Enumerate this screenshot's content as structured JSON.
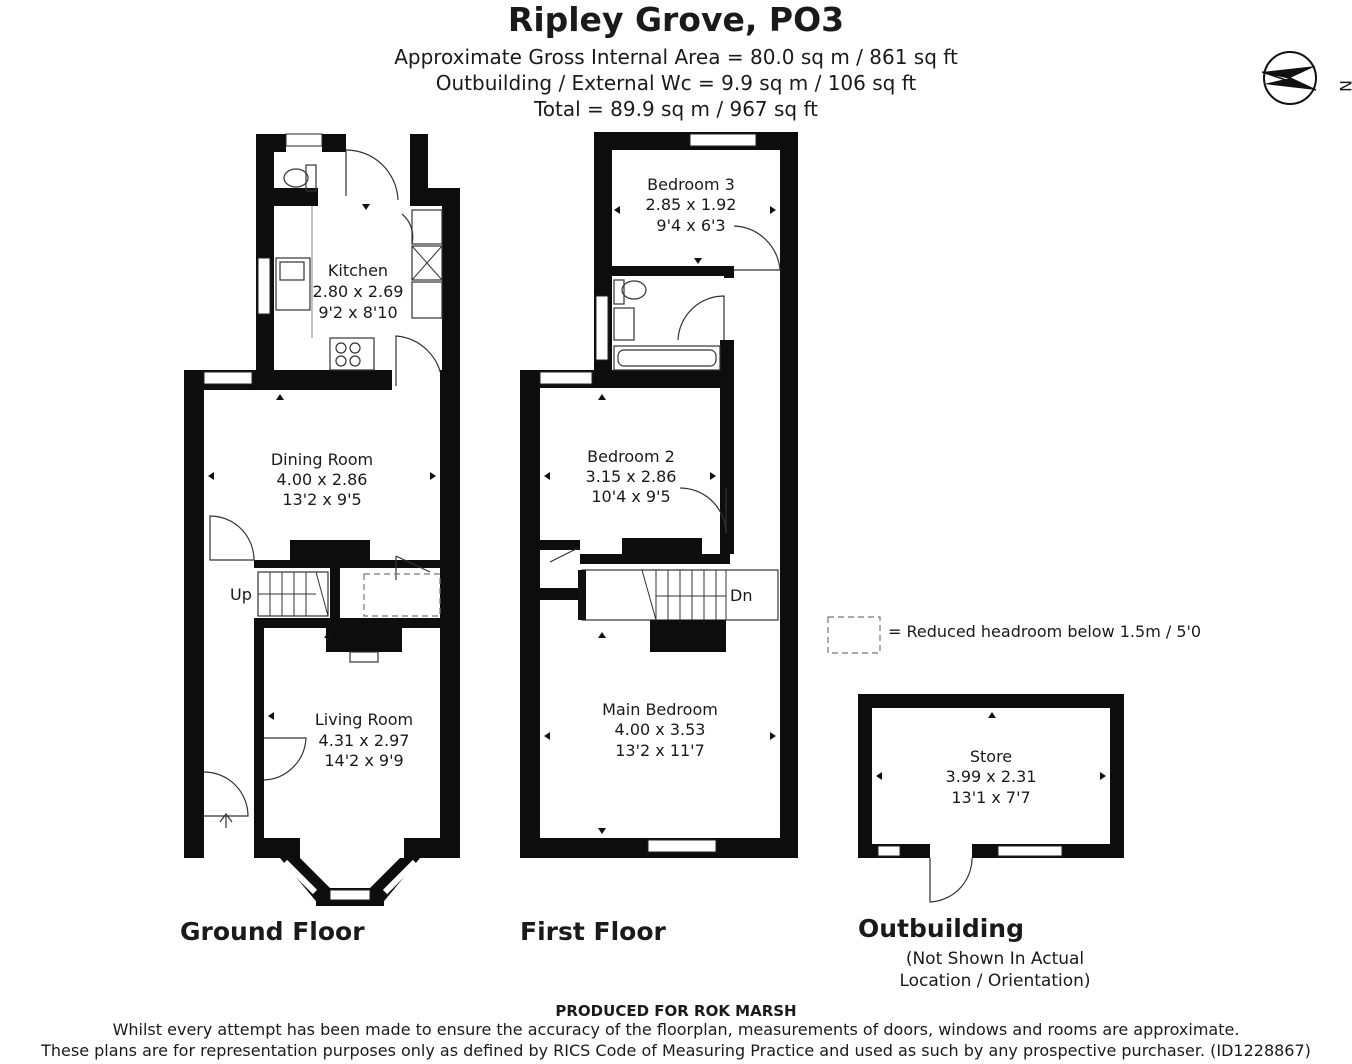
{
  "header": {
    "title": "Ripley Grove, PO3",
    "area_lines": [
      "Approximate Gross Internal Area = 80.0 sq m / 861 sq ft",
      "Outbuilding / External Wc = 9.9 sq m / 106 sq ft",
      "Total = 89.9 sq m / 967 sq ft"
    ]
  },
  "compass": {
    "label": "N"
  },
  "rooms": {
    "kitchen": [
      "Kitchen",
      "2.80 x 2.69",
      "9'2 x 8'10"
    ],
    "dining": [
      "Dining Room",
      "4.00 x 2.86",
      "13'2 x 9'5"
    ],
    "living": [
      "Living Room",
      "4.31 x 2.97",
      "14'2 x 9'9"
    ],
    "bed3": [
      "Bedroom 3",
      "2.85 x 1.92",
      "9'4 x 6'3"
    ],
    "bed2": [
      "Bedroom 2",
      "3.15 x 2.86",
      "10'4 x 9'5"
    ],
    "main": [
      "Main Bedroom",
      "4.00 x 3.53",
      "13'2 x 11'7"
    ],
    "store": [
      "Store",
      "3.99 x 2.31",
      "13'1 x 7'7"
    ]
  },
  "stairs": {
    "up": "Up",
    "down": "Dn"
  },
  "legend": {
    "text": "= Reduced headroom below 1.5m / 5'0"
  },
  "floors": {
    "ground": "Ground Floor",
    "first": "First Floor",
    "outbuilding": "Outbuilding",
    "outbuilding_note": [
      "(Not Shown In Actual",
      "Location / Orientation)"
    ]
  },
  "footer": {
    "produced": "PRODUCED FOR ROK MARSH",
    "line1": "Whilst every attempt has been made to ensure the accuracy of the floorplan, measurements of doors, windows and rooms are approximate.",
    "line2": "These plans are for representation purposes only as defined by RICS Code of Measuring Practice and used as such by any prospective purchaser. (ID1228867)"
  }
}
